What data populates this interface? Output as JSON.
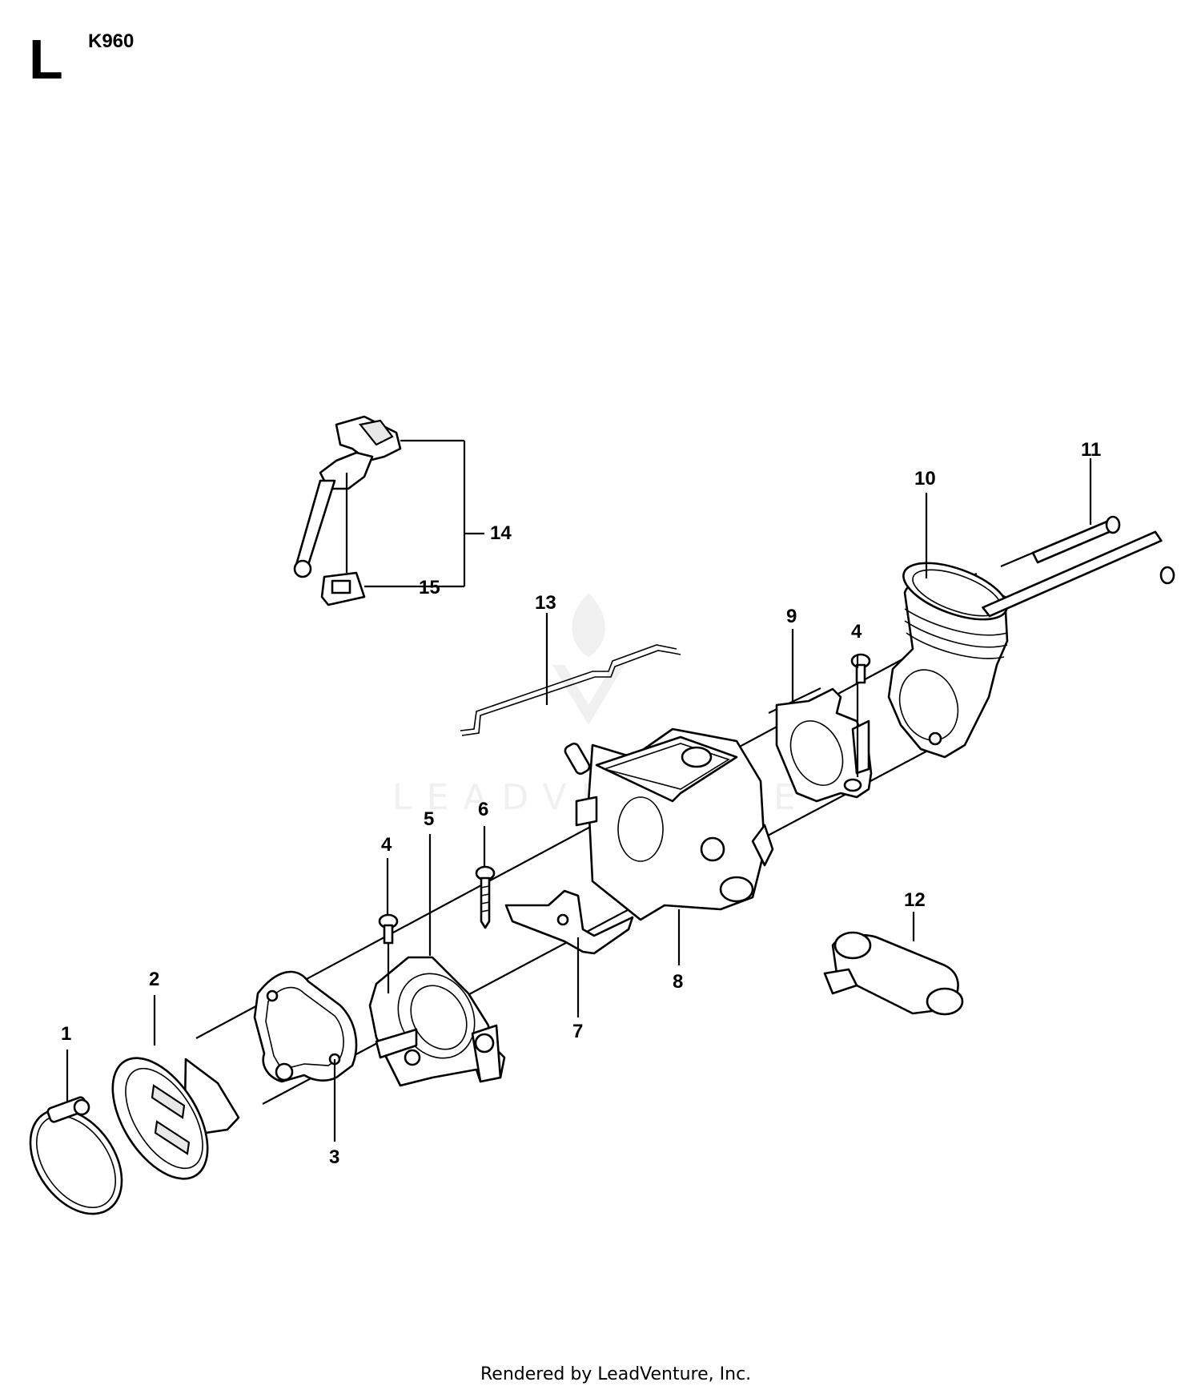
{
  "header": {
    "section_letter": "L",
    "model": "K960"
  },
  "watermark": {
    "text": "LEADVENTURE"
  },
  "callouts": [
    {
      "id": "c1",
      "label": "1"
    },
    {
      "id": "c2",
      "label": "2"
    },
    {
      "id": "c3",
      "label": "3"
    },
    {
      "id": "c4a",
      "label": "4"
    },
    {
      "id": "c4b",
      "label": "4"
    },
    {
      "id": "c5",
      "label": "5"
    },
    {
      "id": "c6",
      "label": "6"
    },
    {
      "id": "c7",
      "label": "7"
    },
    {
      "id": "c8",
      "label": "8"
    },
    {
      "id": "c9",
      "label": "9"
    },
    {
      "id": "c10",
      "label": "10"
    },
    {
      "id": "c11",
      "label": "11"
    },
    {
      "id": "c12",
      "label": "12"
    },
    {
      "id": "c13",
      "label": "13"
    },
    {
      "id": "c14",
      "label": "14"
    },
    {
      "id": "c15",
      "label": "15"
    }
  ],
  "footer": {
    "text": "Rendered by LeadVenture, Inc."
  }
}
